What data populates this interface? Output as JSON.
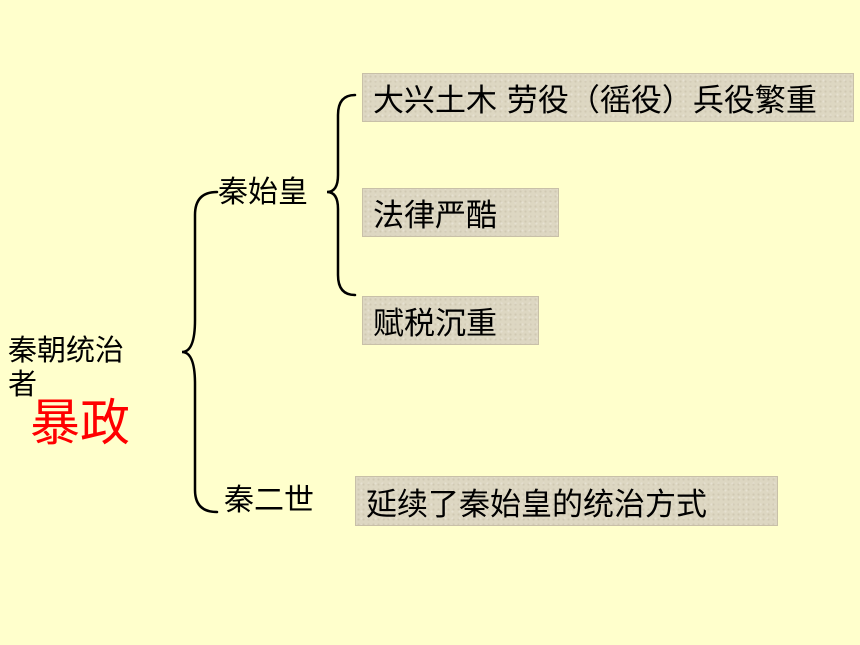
{
  "root": {
    "line1": "秦朝统治",
    "line2": "者",
    "highlight": "暴政",
    "highlight_color": "#ff0000"
  },
  "branches": [
    {
      "name": "秦始皇",
      "items": [
        "大兴土木 劳役（徭役）兵役繁重",
        "法律严酷",
        "赋税沉重"
      ]
    },
    {
      "name": "秦二世",
      "items": [
        "延续了秦始皇的统治方式"
      ]
    }
  ],
  "colors": {
    "background": "#ffffcc",
    "box_fill": "#ddd7c2"
  }
}
